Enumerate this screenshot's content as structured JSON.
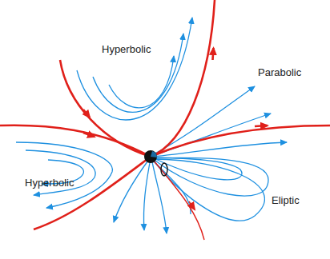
{
  "diagram": {
    "labels": [
      "Hyperbolic",
      "Parabolic",
      "Hyperbolic",
      "Eliptic"
    ]
  }
}
